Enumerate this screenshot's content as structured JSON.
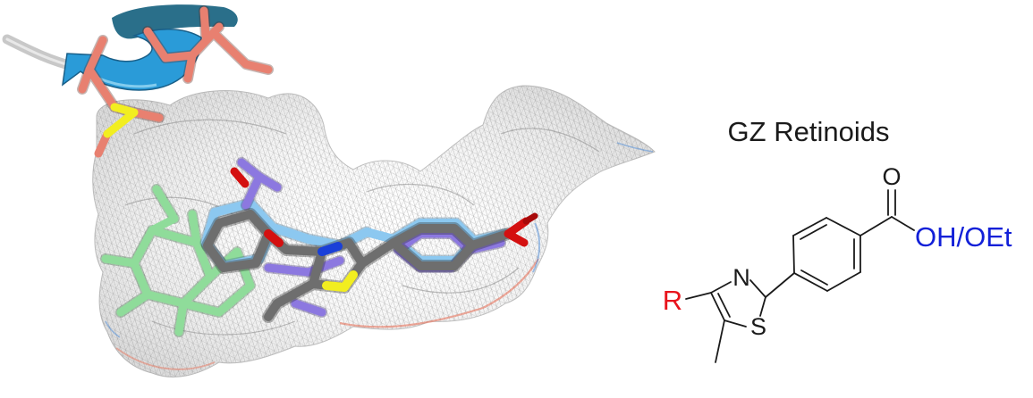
{
  "scheme": {
    "title": "GZ Retinoids",
    "substituent_r": "R",
    "atom_n": "N",
    "atom_s": "S",
    "atom_o": "O",
    "acid_ester": "OH/OEt"
  },
  "colors": {
    "r_group": "#e8141c",
    "acid_ester": "#1220d8",
    "text": "#1a1a1a",
    "ligand_green": "#8fdc9a",
    "ligand_lightblue": "#8cc8f0",
    "ligand_purple": "#8c78e0",
    "ligand_gray": "#6e6e6e",
    "residue_salmon": "#e88070",
    "helix_blue": "#2a9bd8",
    "sulfur_yellow": "#f2ee20",
    "oxygen_red": "#d41010",
    "nitrogen_blue": "#1a40d8"
  }
}
